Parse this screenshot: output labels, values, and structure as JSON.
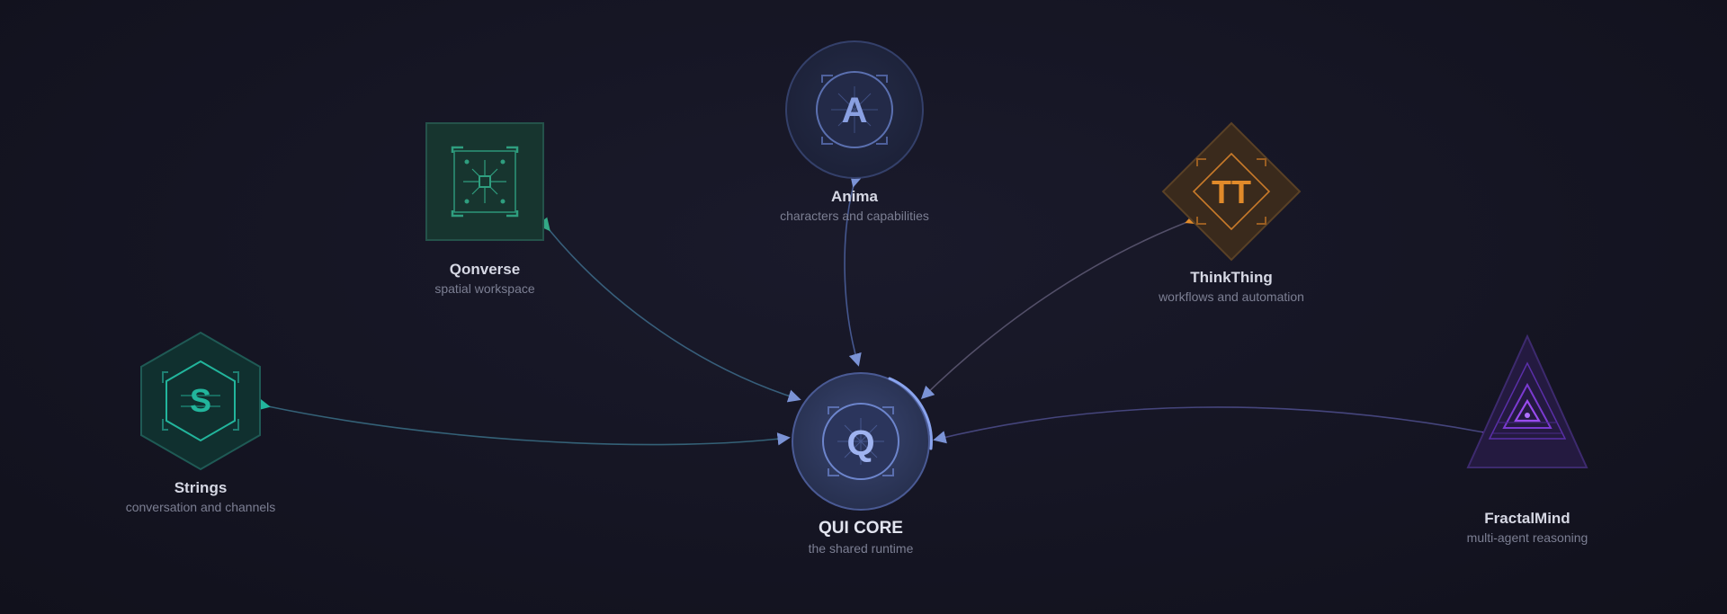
{
  "colors": {
    "background": "#151523",
    "core": "#7b93d6",
    "strings": "#22b59c",
    "qonverse": "#33a986",
    "anima": "#6c84c8",
    "thinkthing": "#e08a2a",
    "fractalmind": "#8a3fe0"
  },
  "core": {
    "name": "QUI CORE",
    "description": "the shared runtime",
    "glyph": "Q"
  },
  "nodes": {
    "strings": {
      "name": "Strings",
      "description": "conversation and channels",
      "glyph": "S",
      "shape": "hexagon"
    },
    "qonverse": {
      "name": "Qonverse",
      "description": "spatial workspace",
      "glyph": "",
      "shape": "square"
    },
    "anima": {
      "name": "Anima",
      "description": "characters and capabilities",
      "glyph": "A",
      "shape": "circle"
    },
    "thinkthing": {
      "name": "ThinkThing",
      "description": "workflows and automation",
      "glyph": "TT",
      "shape": "diamond"
    },
    "fractalmind": {
      "name": "FractalMind",
      "description": "multi-agent reasoning",
      "glyph": "",
      "shape": "triangle"
    }
  }
}
